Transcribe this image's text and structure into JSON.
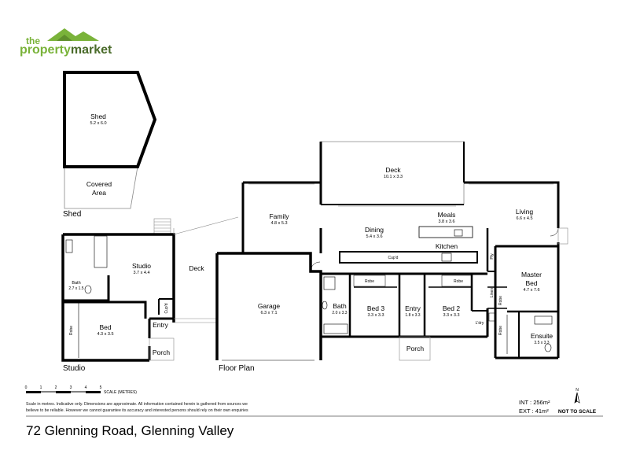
{
  "logo": {
    "line1": "the",
    "word_a": "property",
    "word_b": "market",
    "color_a": "#7ab33a",
    "color_b": "#4a6b2a"
  },
  "sections": {
    "shed": "Shed",
    "studio": "Studio",
    "floor_plan": "Floor Plan"
  },
  "rooms": {
    "shed": {
      "name": "Shed",
      "dim": "5.2 x 6.0"
    },
    "covered_area_1": "Covered",
    "covered_area_2": "Area",
    "studio_room": {
      "name": "Studio",
      "dim": "3.7 x 4.4"
    },
    "studio_bath": {
      "name": "Bath",
      "dim": "2.7 x 1.5"
    },
    "studio_bed": {
      "name": "Bed",
      "dim": "4.3 x 3.5"
    },
    "studio_robe": "Robe",
    "studio_cupd": "Cup'd",
    "studio_entry": "Entry",
    "studio_porch": "Porch",
    "deck_side": "Deck",
    "deck_main": {
      "name": "Deck",
      "dim": "10.1 x 3.3"
    },
    "family": {
      "name": "Family",
      "dim": "4.8 x 5.3"
    },
    "dining": {
      "name": "Dining",
      "dim": "5.4 x 3.6"
    },
    "meals": {
      "name": "Meals",
      "dim": "3.8 x 3.6"
    },
    "kitchen": "Kitchen",
    "cupd_bench": "Cup'd",
    "living": {
      "name": "Living",
      "dim": "6.6 x 4.5"
    },
    "pty": "Pty",
    "master_bed_1": "Master",
    "master_bed_2": {
      "name": "Bed",
      "dim": "4.7 x 7.6"
    },
    "linen": "Linen",
    "robe_a": "Robe",
    "robe_b": "Robe",
    "ensuite": {
      "name": "Ensuite",
      "dim": "3.5 x 3.3"
    },
    "garage": {
      "name": "Garage",
      "dim": "6.3 x 7.1"
    },
    "bath": {
      "name": "Bath",
      "dim": "2.0 x 3.3"
    },
    "bed3": {
      "name": "Bed 3",
      "dim": "3.3 x 3.3",
      "robe": "Robe"
    },
    "entry": {
      "name": "Entry",
      "dim": "1.8 x 3.3"
    },
    "bed2": {
      "name": "Bed 2",
      "dim": "3.3 x 3.3",
      "robe": "Robe"
    },
    "ldry": "L'dry",
    "porch": "Porch"
  },
  "scale_bar": {
    "ticks": [
      "0",
      "1",
      "2",
      "3",
      "4",
      "5"
    ],
    "label": "SCALE (METRES)"
  },
  "disclaimer_1": "Scale in metres. Indicative only. Dimensions are approximate. All information contained herein is gathered from sources we",
  "disclaimer_2": "believe to be reliable. However we cannot guarantee its accuracy and interested persons should rely on their own enquiries",
  "areas": {
    "int": "INT : 256m²",
    "ext": "EXT : 41m²"
  },
  "compass_letter": "N",
  "not_to_scale": "NOT TO SCALE",
  "address": "72 Glenning Road, Glenning Valley"
}
